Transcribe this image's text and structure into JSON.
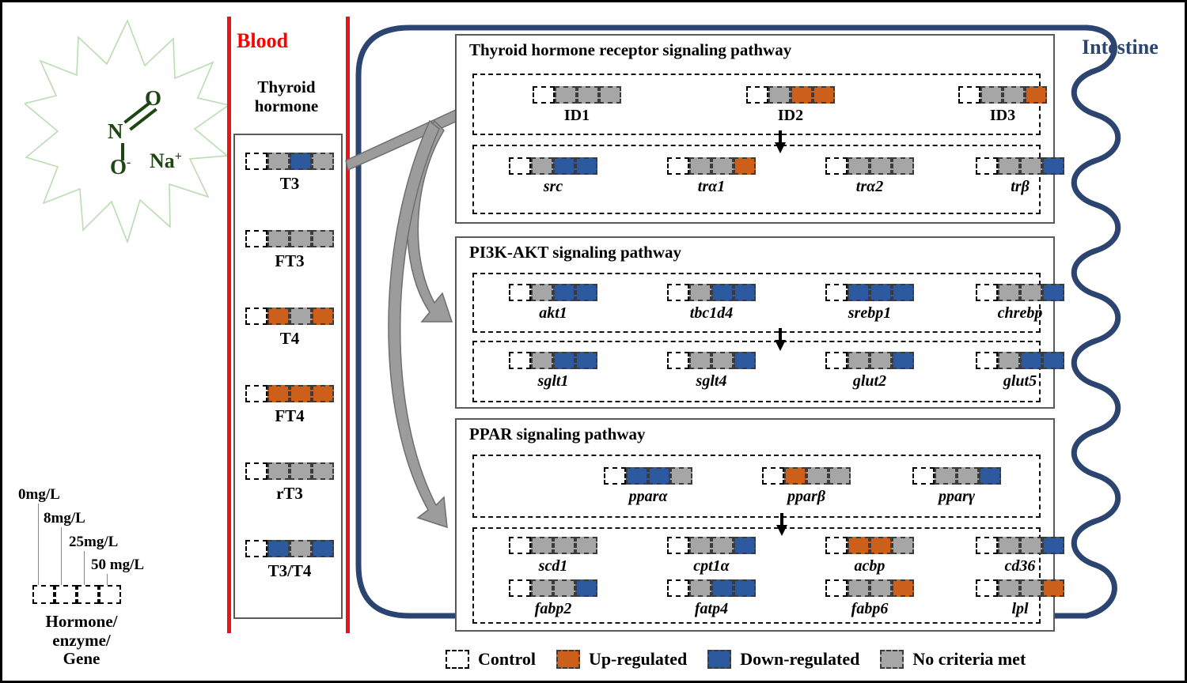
{
  "legend_colors": {
    "control": "#ffffff",
    "up_regulated": "#cc5f1a",
    "down_regulated": "#2d5a9e",
    "no_criteria_met": "#a6a6a6",
    "blood_red": "#fe0000",
    "intestine_navy": "#2b4570",
    "molecule_green": "#1d4612"
  },
  "molecule": {
    "o_top": "O",
    "n": "N",
    "o_bottom": "O",
    "o_bottom_charge": "-",
    "sodium": "Na",
    "sodium_charge": "+"
  },
  "dose_legend": {
    "ticks": [
      "0mg/L",
      "8mg/L",
      "25mg/L",
      "50 mg/L"
    ],
    "caption": "Hormone/ enzyme/ Gene",
    "caption_lines": [
      "Hormone/",
      "enzyme/",
      "Gene"
    ]
  },
  "blood": {
    "title": "Blood",
    "subtitle": "Thyroid hormone",
    "subtitle_lines": [
      "Thyroid",
      "hormone"
    ],
    "items": [
      {
        "label": "T3",
        "cells": [
          "control",
          "none",
          "down",
          "none"
        ]
      },
      {
        "label": "FT3",
        "cells": [
          "control",
          "none",
          "none",
          "none"
        ]
      },
      {
        "label": "T4",
        "cells": [
          "control",
          "up",
          "none",
          "up"
        ]
      },
      {
        "label": "FT4",
        "cells": [
          "control",
          "up",
          "up",
          "up"
        ]
      },
      {
        "label": "rT3",
        "cells": [
          "control",
          "none",
          "none",
          "none"
        ]
      },
      {
        "label": "T3/T4",
        "cells": [
          "control",
          "down",
          "none",
          "down"
        ]
      }
    ]
  },
  "intestine": {
    "label": "Intestine"
  },
  "pathways": [
    {
      "id": "thyroid-hormone-receptor",
      "title": "Thyroid hormone receptor signaling pathway",
      "rows": [
        {
          "genes": [
            {
              "label": "ID1",
              "italic": false,
              "cells": [
                "control",
                "none",
                "none",
                "none"
              ]
            },
            {
              "label": "ID2",
              "italic": false,
              "cells": [
                "control",
                "none",
                "up",
                "up"
              ]
            },
            {
              "label": "ID3",
              "italic": false,
              "cells": [
                "control",
                "none",
                "none",
                "up"
              ]
            }
          ]
        },
        {
          "genes": [
            {
              "label": "src",
              "italic": true,
              "cells": [
                "control",
                "none",
                "down",
                "down"
              ]
            },
            {
              "label": "trα1",
              "italic": true,
              "cells": [
                "control",
                "none",
                "none",
                "up"
              ]
            },
            {
              "label": "trα2",
              "italic": true,
              "cells": [
                "control",
                "none",
                "none",
                "none"
              ]
            },
            {
              "label": "trβ",
              "italic": true,
              "cells": [
                "control",
                "none",
                "none",
                "down"
              ]
            }
          ]
        }
      ]
    },
    {
      "id": "pi3k-akt",
      "title": "PI3K-AKT signaling pathway",
      "rows": [
        {
          "genes": [
            {
              "label": "akt1",
              "italic": true,
              "cells": [
                "control",
                "none",
                "down",
                "down"
              ]
            },
            {
              "label": "tbc1d4",
              "italic": true,
              "cells": [
                "control",
                "none",
                "down",
                "down"
              ]
            },
            {
              "label": "srebp1",
              "italic": true,
              "cells": [
                "control",
                "down",
                "down",
                "down"
              ]
            },
            {
              "label": "chrebp",
              "italic": true,
              "cells": [
                "control",
                "none",
                "none",
                "down"
              ]
            }
          ]
        },
        {
          "genes": [
            {
              "label": "sglt1",
              "italic": true,
              "cells": [
                "control",
                "none",
                "down",
                "down"
              ]
            },
            {
              "label": "sglt4",
              "italic": true,
              "cells": [
                "control",
                "none",
                "none",
                "down"
              ]
            },
            {
              "label": "glut2",
              "italic": true,
              "cells": [
                "control",
                "none",
                "none",
                "down"
              ]
            },
            {
              "label": "glut5",
              "italic": true,
              "cells": [
                "control",
                "none",
                "down",
                "down"
              ]
            }
          ]
        }
      ]
    },
    {
      "id": "ppar",
      "title": "PPAR signaling pathway",
      "rows": [
        {
          "genes": [
            {
              "label": "pparα",
              "italic": true,
              "cells": [
                "control",
                "down",
                "down",
                "none"
              ]
            },
            {
              "label": "pparβ",
              "italic": true,
              "cells": [
                "control",
                "up",
                "none",
                "none"
              ]
            },
            {
              "label": "pparγ",
              "italic": true,
              "cells": [
                "control",
                "none",
                "none",
                "down"
              ]
            }
          ]
        },
        {
          "genes": [
            {
              "label": "scd1",
              "italic": true,
              "cells": [
                "control",
                "none",
                "none",
                "none"
              ]
            },
            {
              "label": "cpt1α",
              "italic": true,
              "cells": [
                "control",
                "none",
                "none",
                "down"
              ]
            },
            {
              "label": "acbp",
              "italic": true,
              "cells": [
                "control",
                "up",
                "up",
                "none"
              ]
            },
            {
              "label": "cd36",
              "italic": true,
              "cells": [
                "control",
                "none",
                "none",
                "down"
              ]
            },
            {
              "label": "fabp2",
              "italic": true,
              "cells": [
                "control",
                "none",
                "none",
                "down"
              ]
            },
            {
              "label": "fatp4",
              "italic": true,
              "cells": [
                "control",
                "none",
                "down",
                "down"
              ]
            },
            {
              "label": "fabp6",
              "italic": true,
              "cells": [
                "control",
                "none",
                "none",
                "up"
              ]
            },
            {
              "label": "lpl",
              "italic": true,
              "cells": [
                "control",
                "none",
                "none",
                "up"
              ]
            }
          ]
        }
      ]
    }
  ],
  "bottom_legend": [
    {
      "key": "control",
      "label": "Control"
    },
    {
      "key": "up",
      "label": "Up-regulated"
    },
    {
      "key": "down",
      "label": "Down-regulated"
    },
    {
      "key": "none",
      "label": "No criteria met"
    }
  ]
}
